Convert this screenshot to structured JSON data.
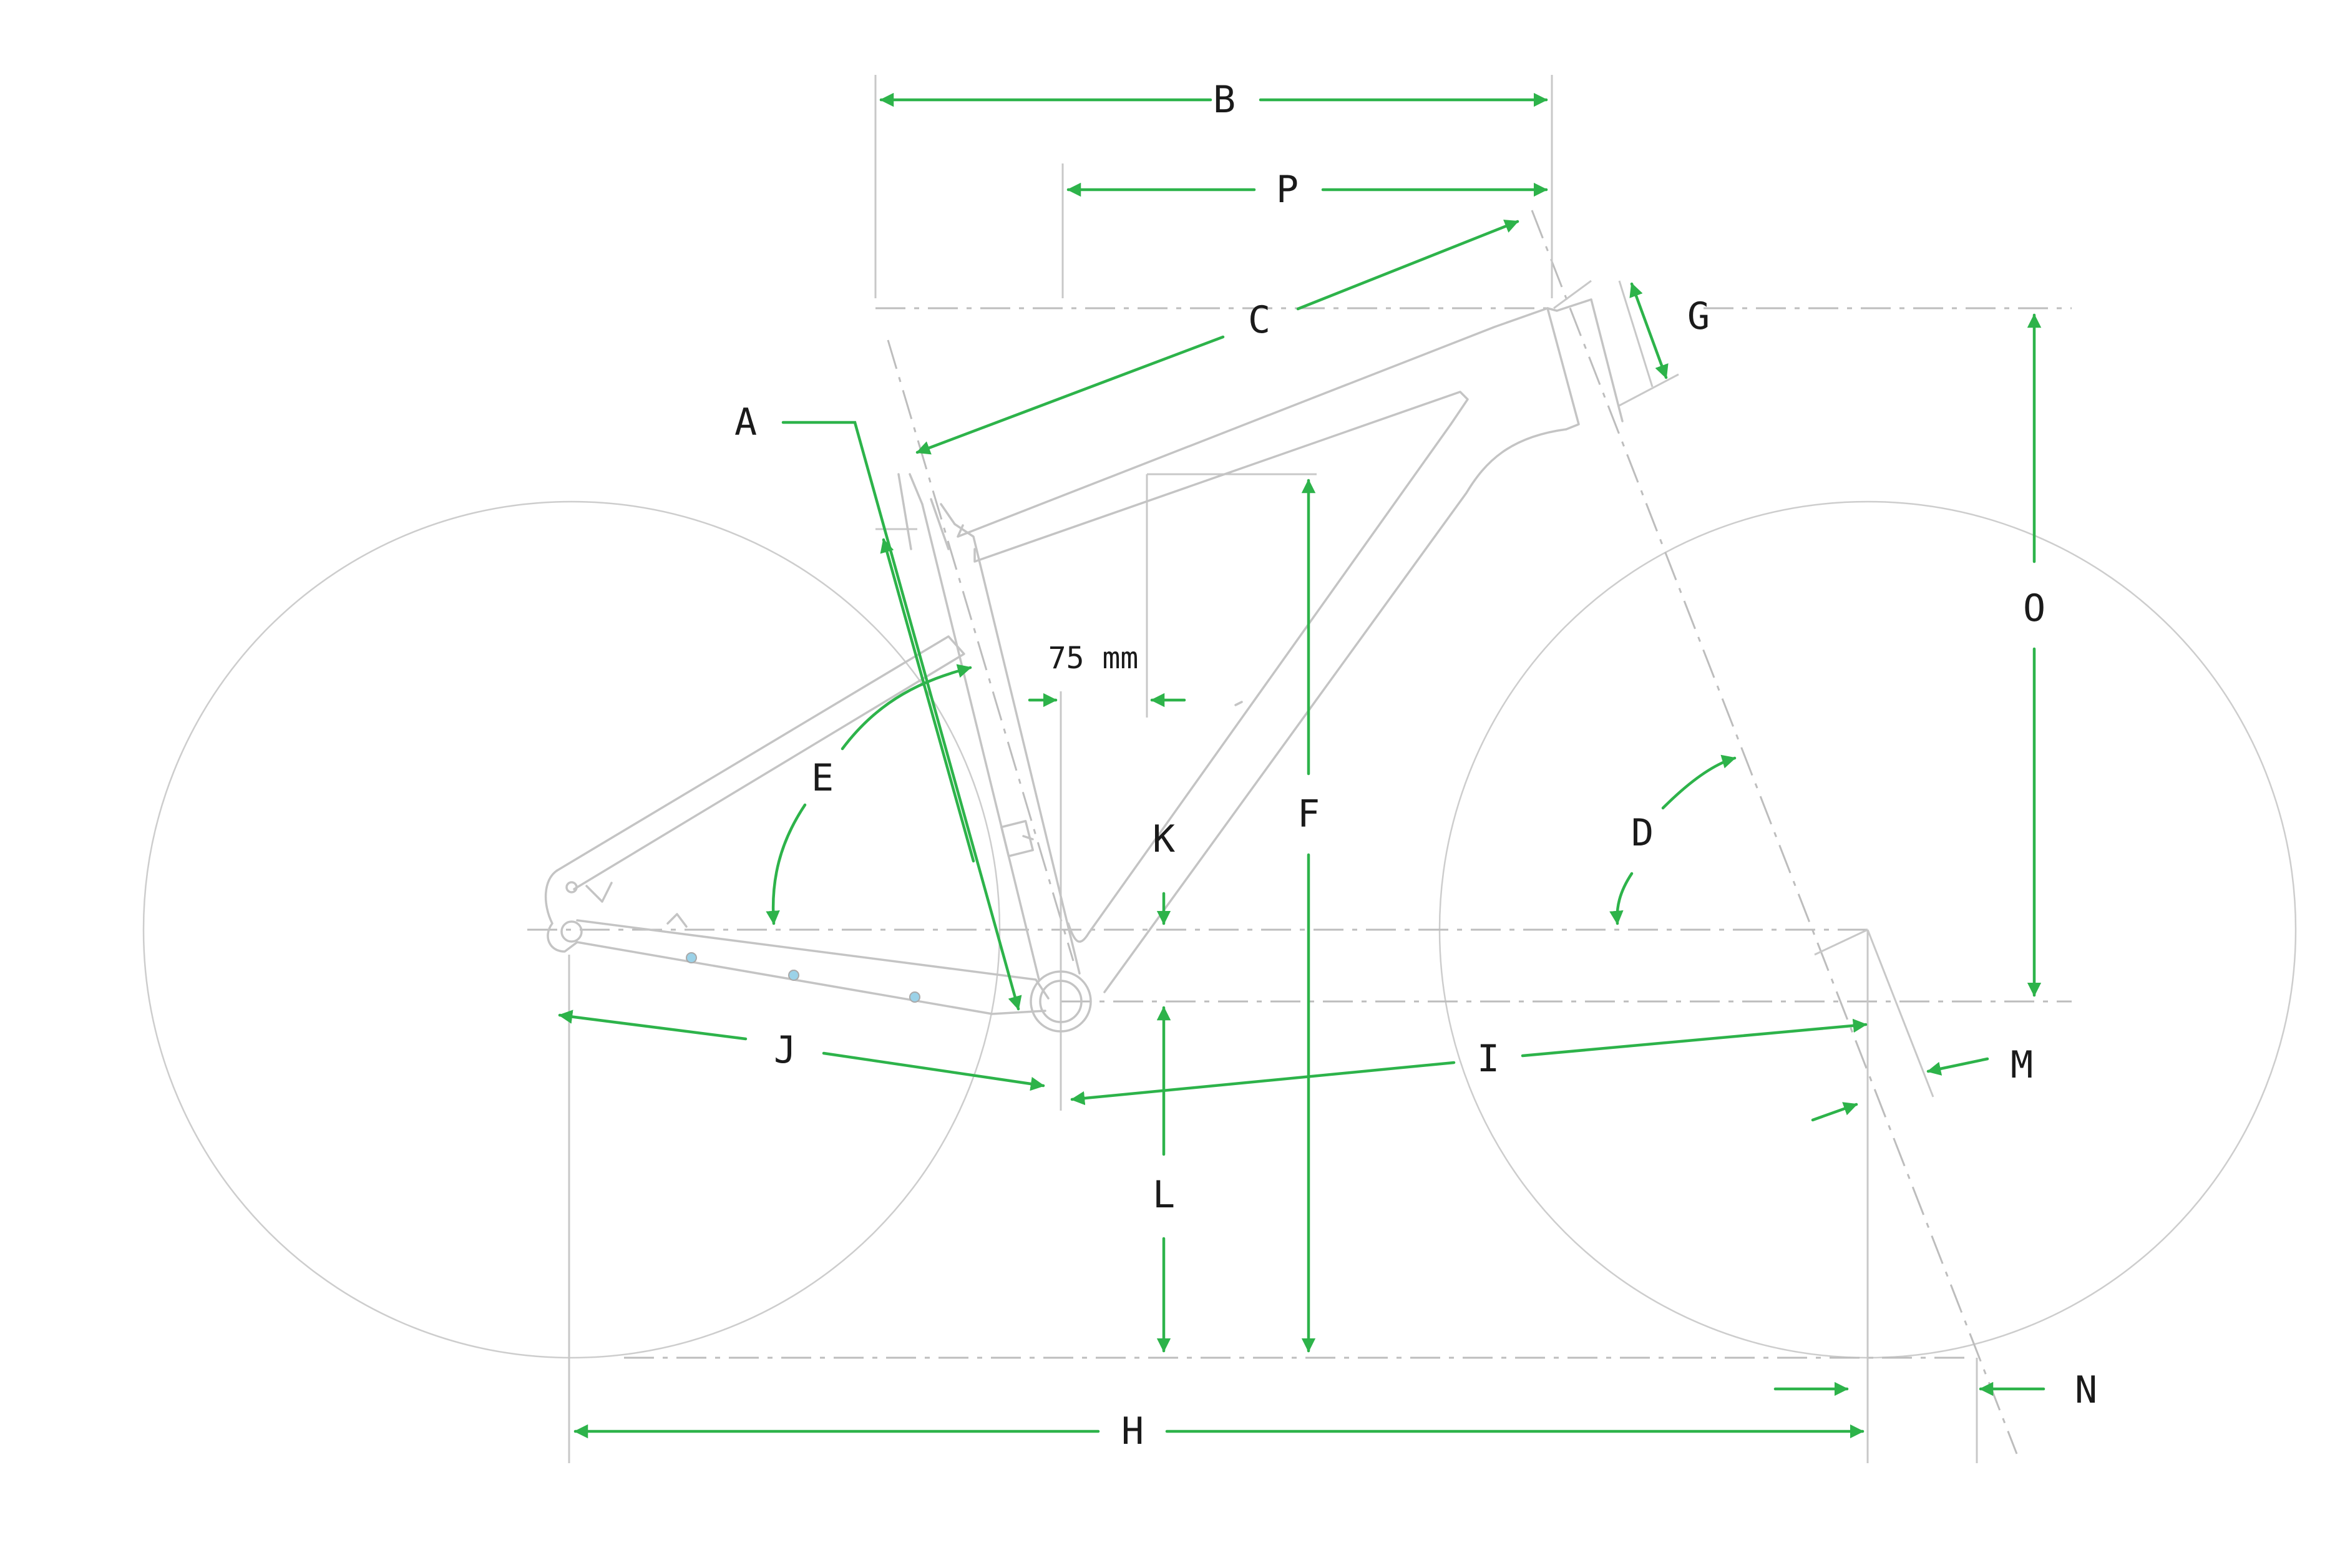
{
  "colors": {
    "dimension": "#2db34a",
    "frame": "#c4c4c4",
    "wheel": "#cfcfcf",
    "label": "#1a1a1a"
  },
  "labels": {
    "A": "A",
    "B": "B",
    "C": "C",
    "D": "D",
    "E": "E",
    "F": "F",
    "G": "G",
    "H": "H",
    "I": "I",
    "J": "J",
    "K": "K",
    "L": "L",
    "M": "M",
    "N": "N",
    "O": "O",
    "P": "P",
    "offset_75": "75 mm"
  }
}
